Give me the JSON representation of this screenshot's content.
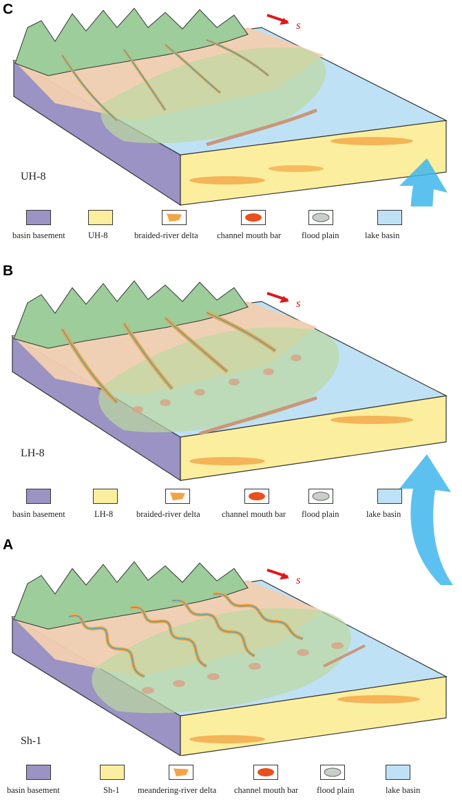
{
  "panels": [
    {
      "letter": "C",
      "unit": "UH-8",
      "legend": {
        "basement": "basin basement",
        "unit": "UH-8",
        "delta": "braided-river delta",
        "bar": "channel mouth bar",
        "flood": "flood plain",
        "lake": "lake basin"
      },
      "direction": "s",
      "river_style": "braided"
    },
    {
      "letter": "B",
      "unit": "LH-8",
      "legend": {
        "basement": "basin basement",
        "unit": "LH-8",
        "delta": "braided-river delta",
        "bar": "channel mouth bar",
        "flood": "flood plain",
        "lake": "lake basin"
      },
      "direction": "s",
      "river_style": "braided"
    },
    {
      "letter": "A",
      "unit": "Sh-1",
      "legend": {
        "basement": "basin basement",
        "unit": "Sh-1",
        "delta": "meandering-river delta",
        "bar": "channel mouth bar",
        "flood": "flood plain",
        "lake": "lake basin"
      },
      "direction": "s",
      "river_style": "meandering"
    }
  ],
  "colors": {
    "basement": "#9b93c4",
    "sand": "#fbee9e",
    "delta": "#f3a545",
    "bar": "#e8501e",
    "lake": "#bfe1f5",
    "mountain": "#9ccd9a",
    "plain": "#f2cfb0",
    "arrow": "#3fb6ec",
    "direction_arrow": "#e0161b"
  }
}
